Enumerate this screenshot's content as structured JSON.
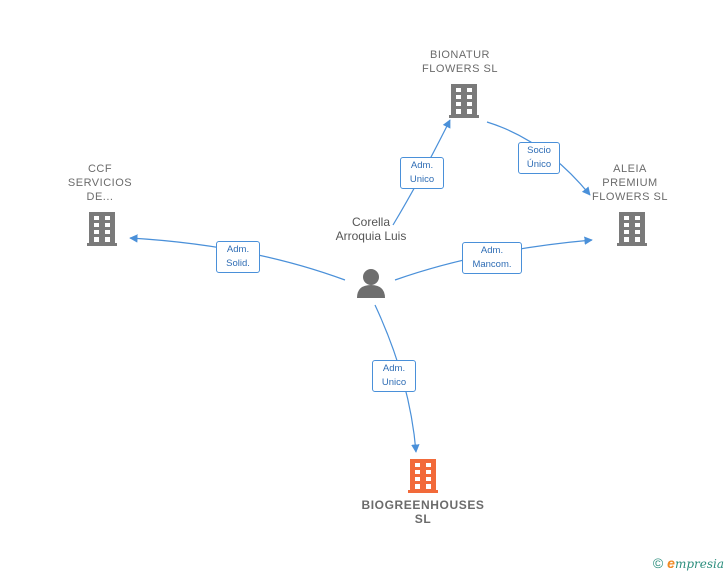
{
  "nodes": {
    "bionatur": {
      "label": "BIONATUR\nFLOWERS  SL"
    },
    "ccf": {
      "label": "CCF\nSERVICIOS\nDE..."
    },
    "aleia": {
      "label": "ALEIA\nPREMIUM\nFLOWERS  SL"
    },
    "person": {
      "label": "Corella\nArroquia\nLuis"
    },
    "biogreen": {
      "label": "BIOGREENHOUSES\nSL"
    }
  },
  "edges": {
    "to_bionatur": "Adm.\nUnico",
    "bionatur_aleia": "Socio\nÚnico",
    "to_ccf": "Adm.\nSolid.",
    "to_aleia": "Adm.\nMancom.",
    "to_biogreen": "Adm.\nUnico"
  },
  "colors": {
    "edge": "#4a90d9",
    "building": "#7a7a7a",
    "highlight": "#f26a3a",
    "person": "#6e6e6e"
  },
  "footer": {
    "copyright": "©",
    "brand_first": "e",
    "brand_rest": "mpresia"
  }
}
